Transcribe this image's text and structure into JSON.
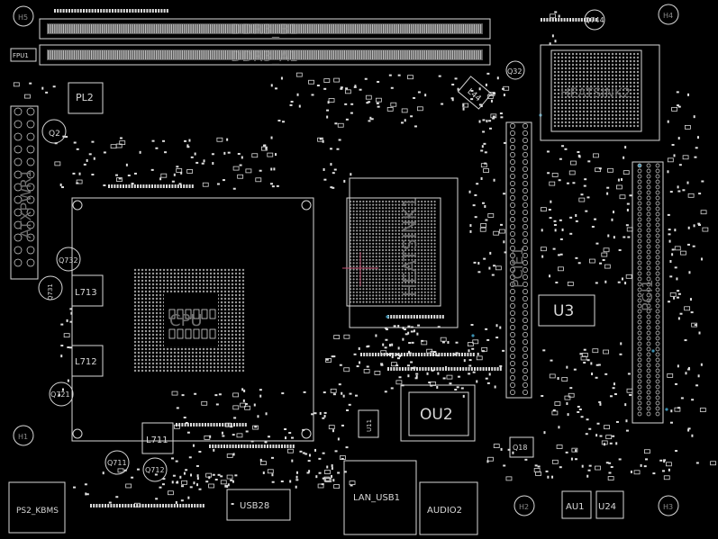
{
  "title_block": "",
  "colors": {
    "background": "#000000",
    "outline": "#d8d8d8",
    "ball": "#9a9a9a",
    "pad": "#e0e0e0",
    "faint_label": "#8a8a8a",
    "marker": "#c05070"
  },
  "labels": {
    "ddr3_b1": "DDR3_B1",
    "ddr3_a1": "DDR3_A1",
    "heatsink2": "HEATSINK2",
    "heatsink1": "HEATSINK1",
    "pcie1": "PCIE1",
    "pci1": "PCI1",
    "u3": "U3",
    "ou2": "OU2",
    "atxpwr1": "ATXPWR1",
    "cpu": "CPU",
    "pl2": "PL2",
    "q2": "Q2",
    "l713": "L713",
    "l712": "L712",
    "l711": "L711",
    "q732": "Q732",
    "q731": "Q731",
    "q721": "Q721",
    "q711": "Q711",
    "q712": "Q712",
    "l44": "L44",
    "q32": "Q32",
    "q744": "Q744",
    "ps2_kbms": "PS2_KBMS",
    "usb28": "USB28",
    "lan_usb1": "LAN_USB1",
    "audio2": "AUDIO2",
    "au1": "AU1",
    "u24": "U24",
    "u11": "U11",
    "q18": "Q18",
    "h1": "H1",
    "h2": "H2",
    "h3": "H3",
    "h4": "H4",
    "h5": "H5",
    "fpu1": "FPU1"
  }
}
